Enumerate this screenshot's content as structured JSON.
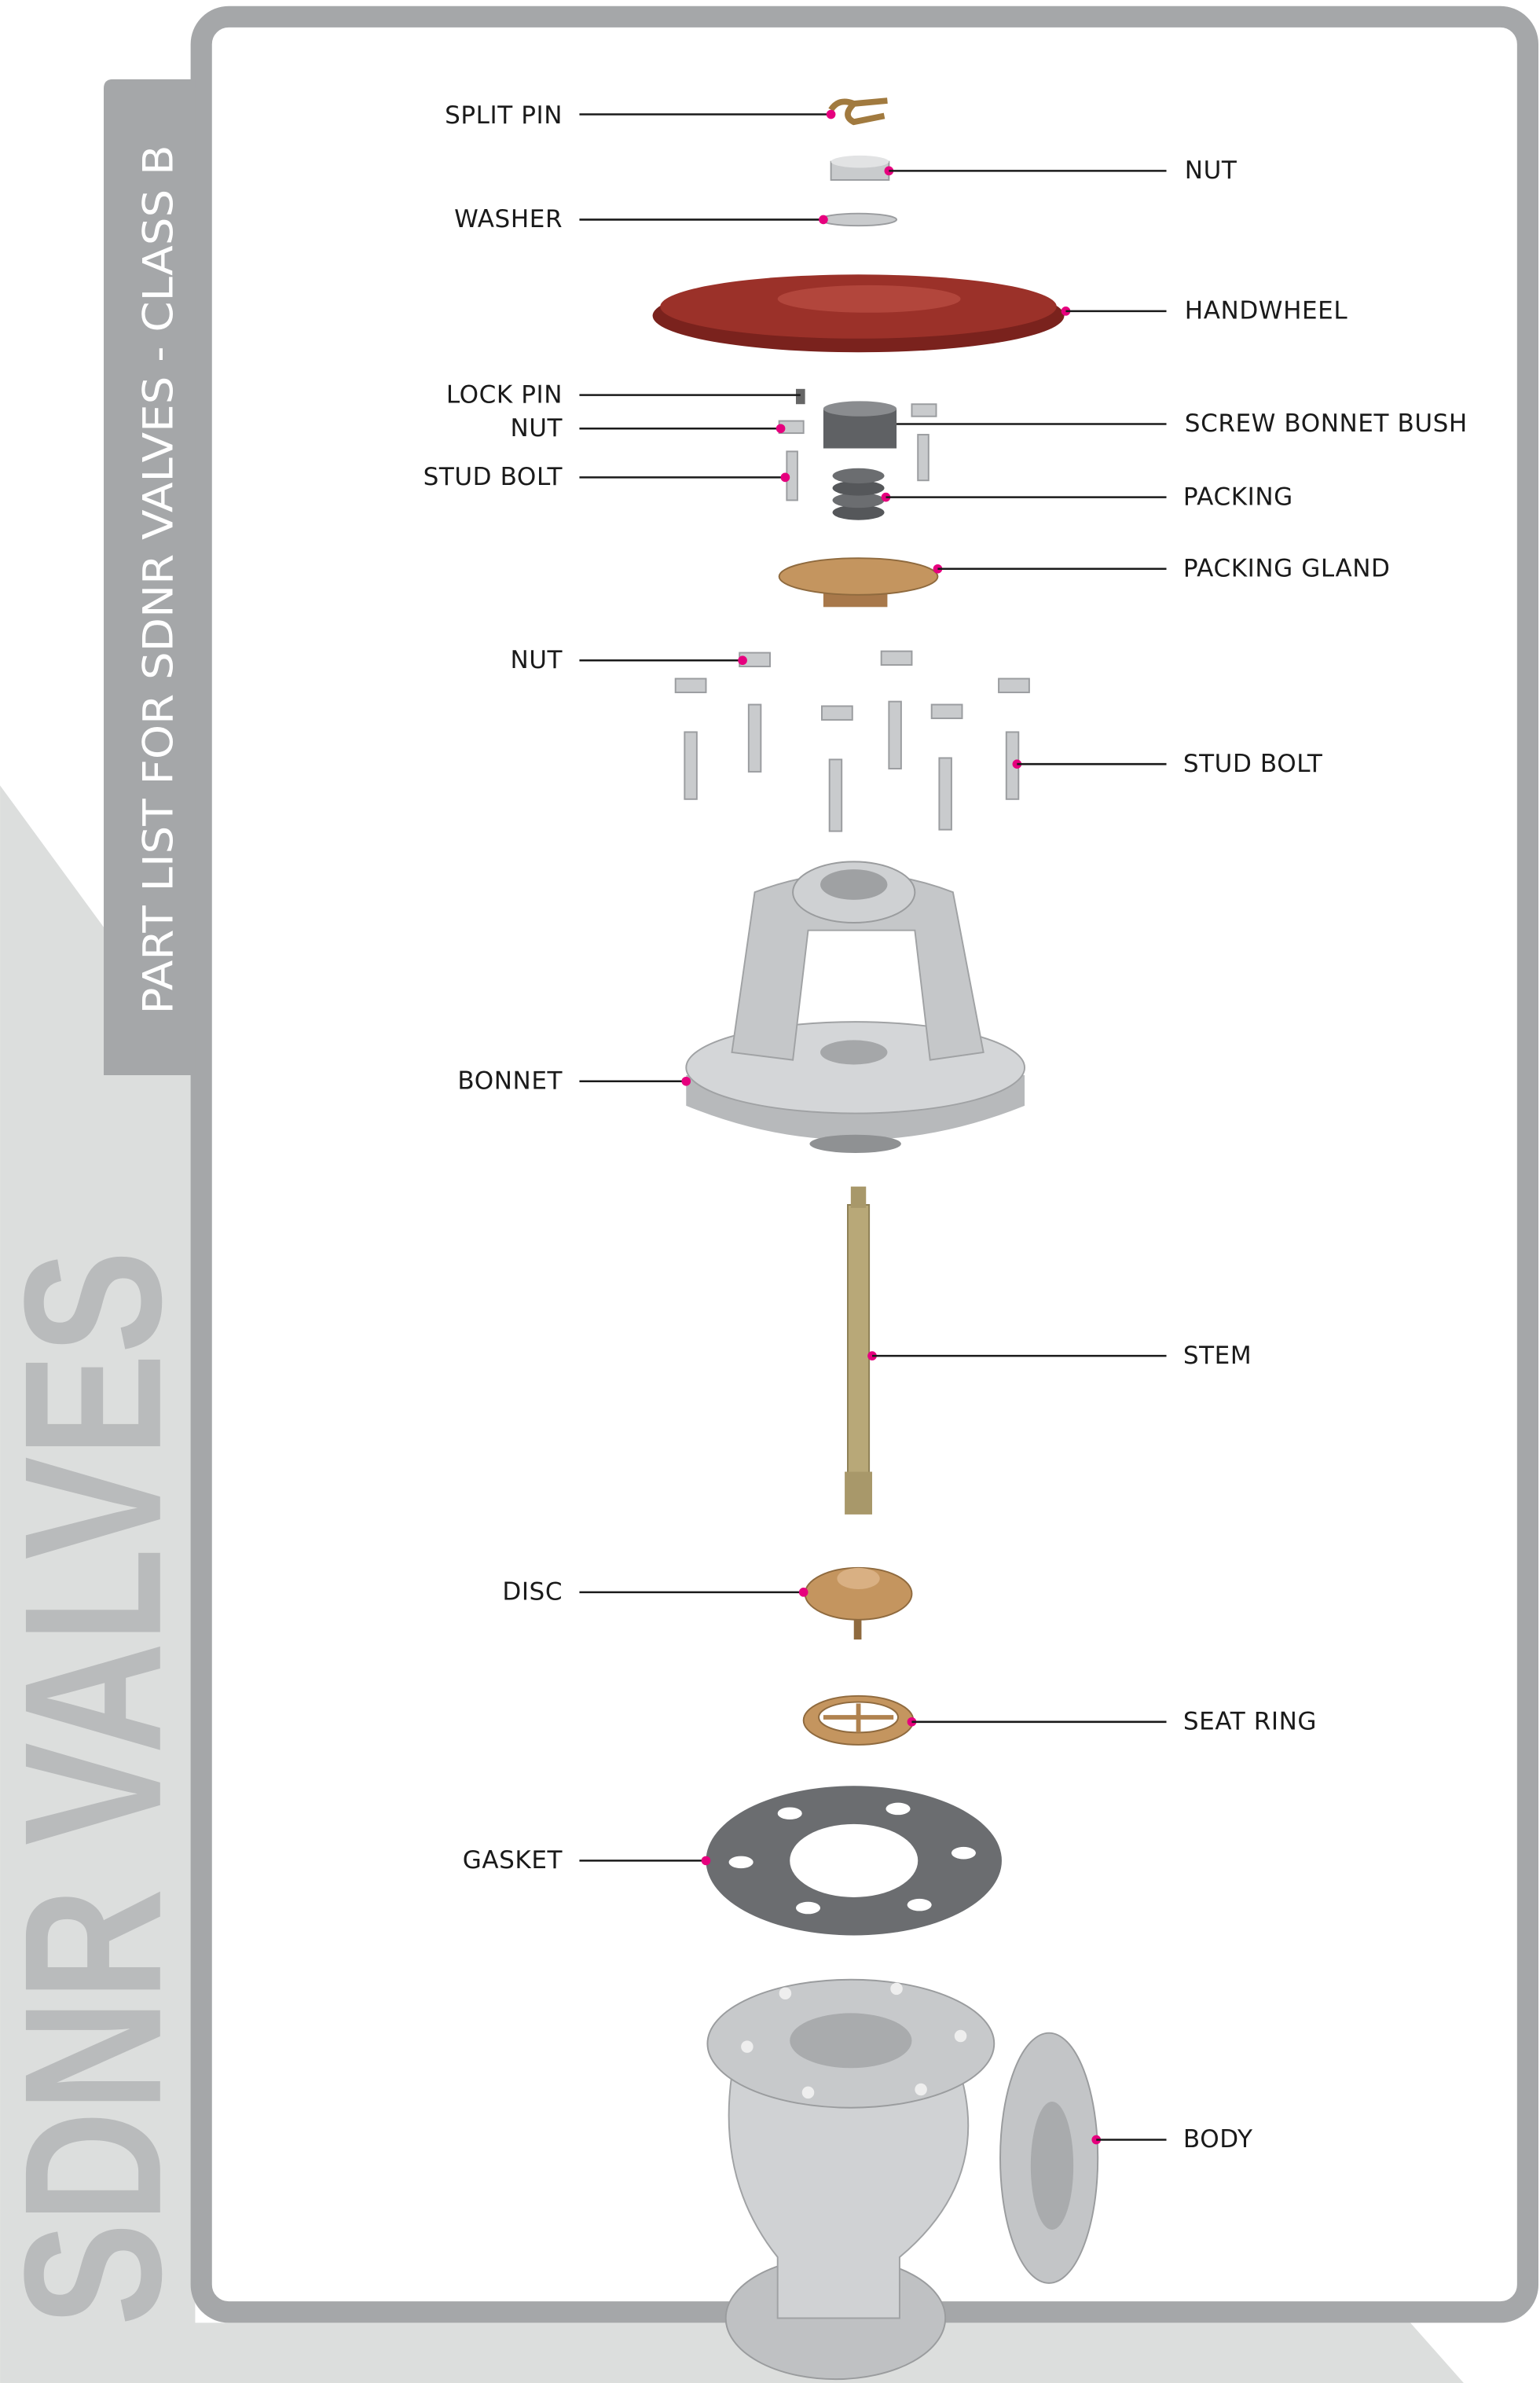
{
  "header": {
    "tab_title": "PART LIST FOR SDNR VALVES - CLASS B",
    "watermark": "SDNR VALVES"
  },
  "colors": {
    "frame": "#a5a7a9",
    "background_shape": "#dcdedd",
    "watermark": "#b9bbbc",
    "callout_dot": "#e6007e",
    "handwheel": "#8e2b25"
  },
  "parts": {
    "left": [
      {
        "label": "SPLIT PIN"
      },
      {
        "label": "WASHER"
      },
      {
        "label": "LOCK PIN"
      },
      {
        "label": "NUT"
      },
      {
        "label": "STUD BOLT"
      },
      {
        "label": "NUT"
      },
      {
        "label": "BONNET"
      },
      {
        "label": "DISC"
      },
      {
        "label": "GASKET"
      }
    ],
    "right": [
      {
        "label": "NUT"
      },
      {
        "label": "HANDWHEEL"
      },
      {
        "label": "SCREW BONNET BUSH"
      },
      {
        "label": "PACKING"
      },
      {
        "label": "PACKING GLAND"
      },
      {
        "label": "STUD BOLT"
      },
      {
        "label": "STEM"
      },
      {
        "label": "SEAT RING"
      },
      {
        "label": "BODY"
      }
    ]
  }
}
